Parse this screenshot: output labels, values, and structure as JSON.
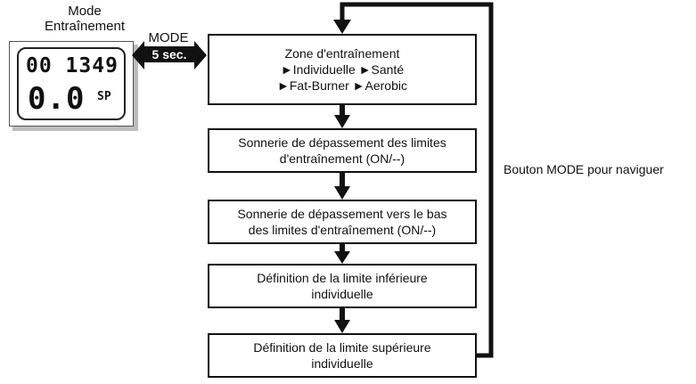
{
  "watch": {
    "title_line1": "Mode",
    "title_line2": "Entraînement",
    "lcd_top": "00 1349",
    "lcd_big": "0.0",
    "lcd_indicator": "SP"
  },
  "mode_key": {
    "label": "MODE",
    "duration": "5 sec."
  },
  "steps": [
    {
      "lines": [
        "Zone d'entraînement",
        "►Individuelle ►Santé",
        "►Fat-Burner ►Aerobic"
      ]
    },
    {
      "lines": [
        "Sonnerie de dépassement des limites",
        "d'entraînement (ON/--)"
      ]
    },
    {
      "lines": [
        "Sonnerie de dépassement vers le bas",
        "des limites d'entraînement (ON/--)"
      ]
    },
    {
      "lines": [
        "Définition de la limite inférieure",
        "individuelle"
      ]
    },
    {
      "lines": [
        "Définition de la limite supérieure",
        "individuelle"
      ]
    }
  ],
  "loop_label": "Bouton MODE pour naviguer"
}
